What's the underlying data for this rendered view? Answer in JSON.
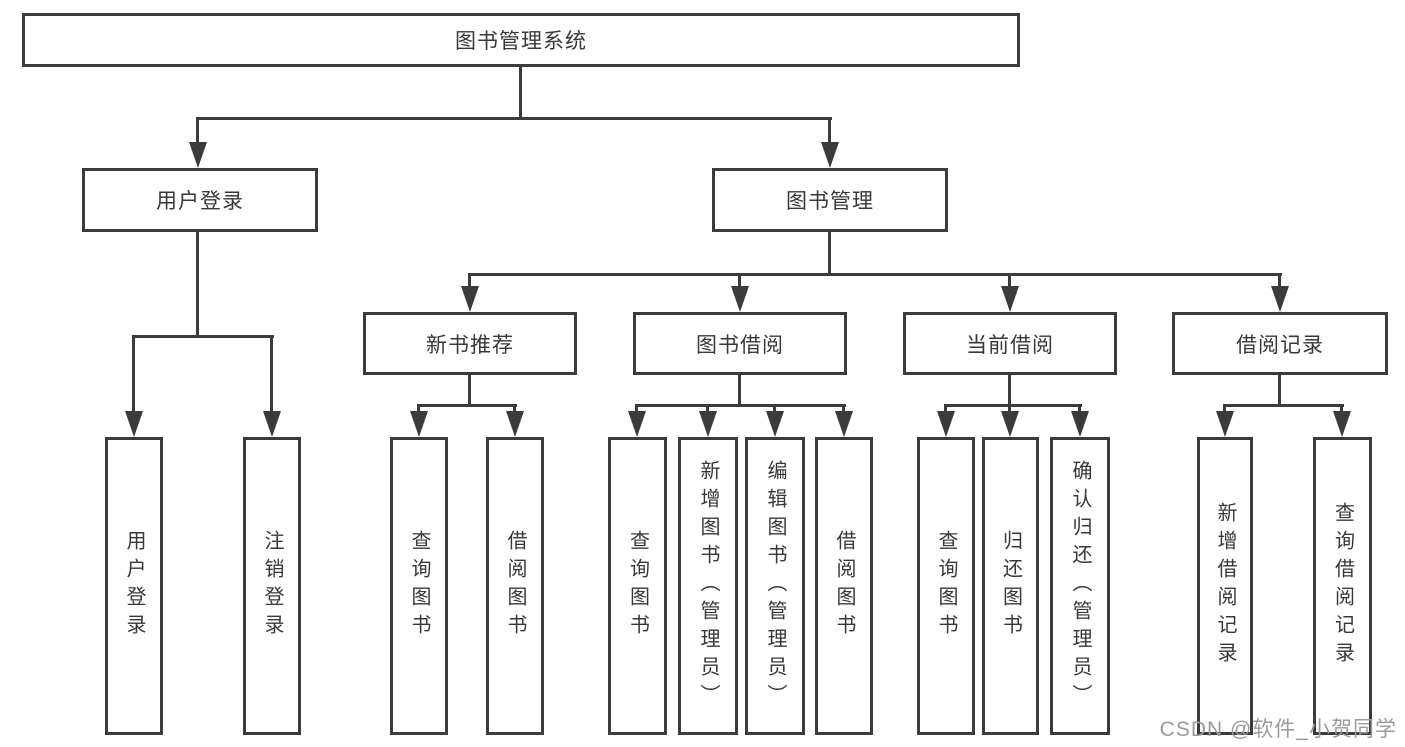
{
  "tree": {
    "root": "图书管理系统",
    "user_login": {
      "label": "用户登录",
      "children": [
        "用户登录",
        "注销登录"
      ]
    },
    "book_mgmt": {
      "label": "图书管理",
      "sections": [
        {
          "label": "新书推荐",
          "children": [
            "查询图书",
            "借阅图书"
          ]
        },
        {
          "label": "图书借阅",
          "children": [
            "查询图书",
            "新增图书（管理员）",
            "编辑图书（管理员）",
            "借阅图书"
          ]
        },
        {
          "label": "当前借阅",
          "children": [
            "查询图书",
            "归还图书",
            "确认归还（管理员）"
          ]
        },
        {
          "label": "借阅记录",
          "children": [
            "新增借阅记录",
            "查询借阅记录"
          ]
        }
      ]
    }
  },
  "watermark": "CSDN @软件_小贺同学",
  "colors": {
    "line": "#3b3b3b",
    "text": "#383838",
    "watermark": "#9b9b9b",
    "background": "#ffffff"
  }
}
